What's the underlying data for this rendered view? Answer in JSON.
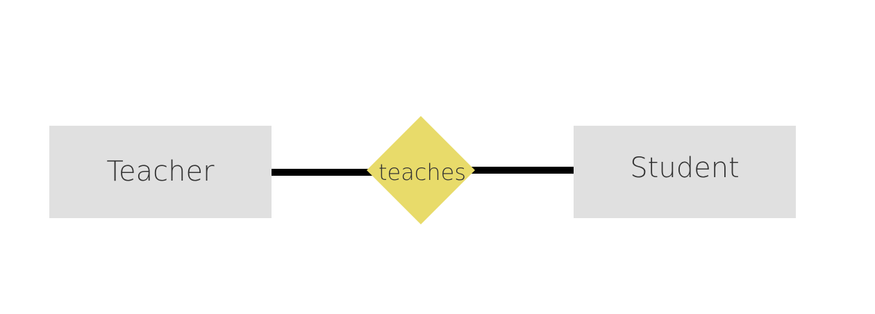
{
  "diagram": {
    "entities": {
      "left": {
        "label": "Teacher"
      },
      "right": {
        "label": "Student"
      }
    },
    "relationship": {
      "label": "teaches"
    }
  },
  "colors": {
    "background": "#ffffff",
    "entity_fill": "#e0e0e0",
    "relationship_fill": "#e8db6a",
    "connector": "#000000",
    "text": "#333333"
  }
}
